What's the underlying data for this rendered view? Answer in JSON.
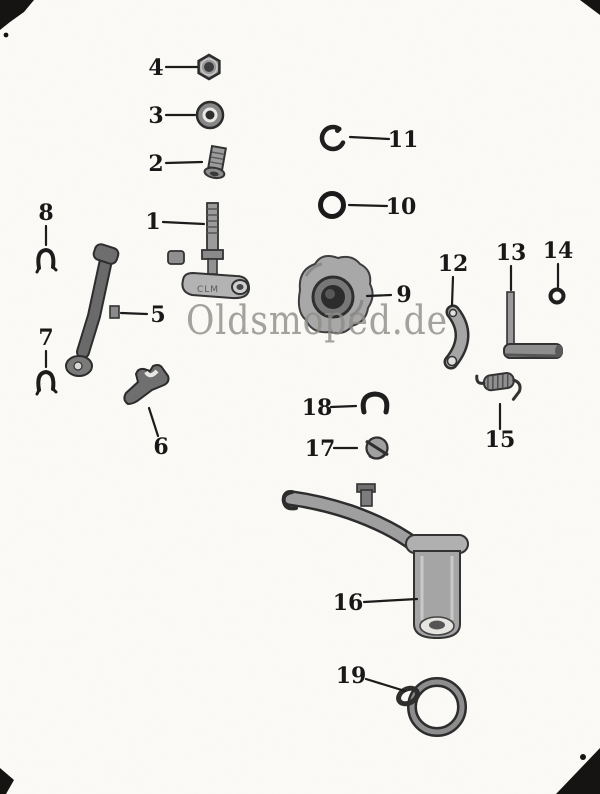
{
  "page": {
    "watermark": "Oldsmoped.de",
    "paper_color": "#fcfbf8",
    "ink_color": "#1c1c1c"
  },
  "diagram": {
    "kind": "exploded-parts-diagram",
    "part1_marking": "CLM",
    "callouts": [
      {
        "label": "1"
      },
      {
        "label": "2"
      },
      {
        "label": "3"
      },
      {
        "label": "4"
      },
      {
        "label": "5"
      },
      {
        "label": "6"
      },
      {
        "label": "7"
      },
      {
        "label": "8"
      },
      {
        "label": "9"
      },
      {
        "label": "10"
      },
      {
        "label": "11"
      },
      {
        "label": "12"
      },
      {
        "label": "13"
      },
      {
        "label": "14"
      },
      {
        "label": "15"
      },
      {
        "label": "16"
      },
      {
        "label": "17"
      },
      {
        "label": "18"
      },
      {
        "label": "19"
      }
    ]
  }
}
